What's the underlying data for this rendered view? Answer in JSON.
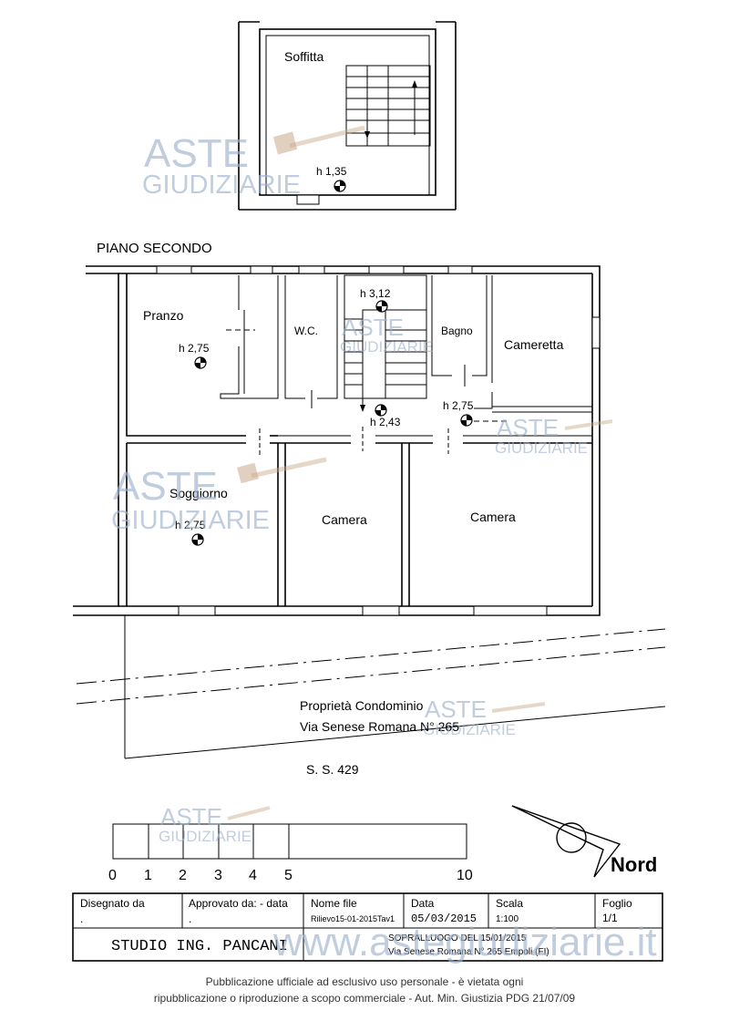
{
  "attic": {
    "room": "Soffitta",
    "height": "h 1,35"
  },
  "floor_title": "PIANO SECONDO",
  "rooms": {
    "pranzo": "Pranzo",
    "wc": "W.C.",
    "bagno": "Bagno",
    "cameretta": "Cameretta",
    "soggiorno": "Soggiorno",
    "camera1": "Camera",
    "camera2": "Camera"
  },
  "heights": {
    "pranzo": "h 2,75",
    "stair_top": "h 3,12",
    "stair_bottom": "h 2,43",
    "bagno": "h 2,75",
    "soggiorno": "h 2,75"
  },
  "site": {
    "owner": "Proprietà Condominio",
    "address": "Via Senese Romana N° 265",
    "road": "S. S. 429"
  },
  "scale_bar": {
    "ticks": [
      "0",
      "1",
      "2",
      "3",
      "4",
      "5",
      "10"
    ]
  },
  "north": "Nord",
  "watermark": {
    "line1": "ASTE",
    "line2": "GIUDIZIARIE",
    "url": "www.astegiudiziarie.it"
  },
  "title_block": {
    "drawn_by_label": "Disegnato da",
    "drawn_by_value": ".",
    "approved_label": "Approvato da: - data",
    "approved_value": ".",
    "file_label": "Nome file",
    "file_value": "Rilievo15-01-2015Tav1",
    "date_label": "Data",
    "date_value": "05/03/2015",
    "scale_label": "Scala",
    "scale_value": "1:100",
    "sheet_label": "Foglio",
    "sheet_value": "1/1",
    "studio": "STUDIO ING. PANCANI",
    "survey_line1": "SOPRALLUOGO DEL 15/01/2015",
    "survey_line2": "Via Senese Romana N° 265 Empoli (FI)"
  },
  "footer": {
    "line1": "Pubblicazione ufficiale ad esclusivo uso personale - è vietata ogni",
    "line2": "ripubblicazione o riproduzione a scopo commerciale - Aut. Min. Giustizia PDG 21/07/09"
  }
}
